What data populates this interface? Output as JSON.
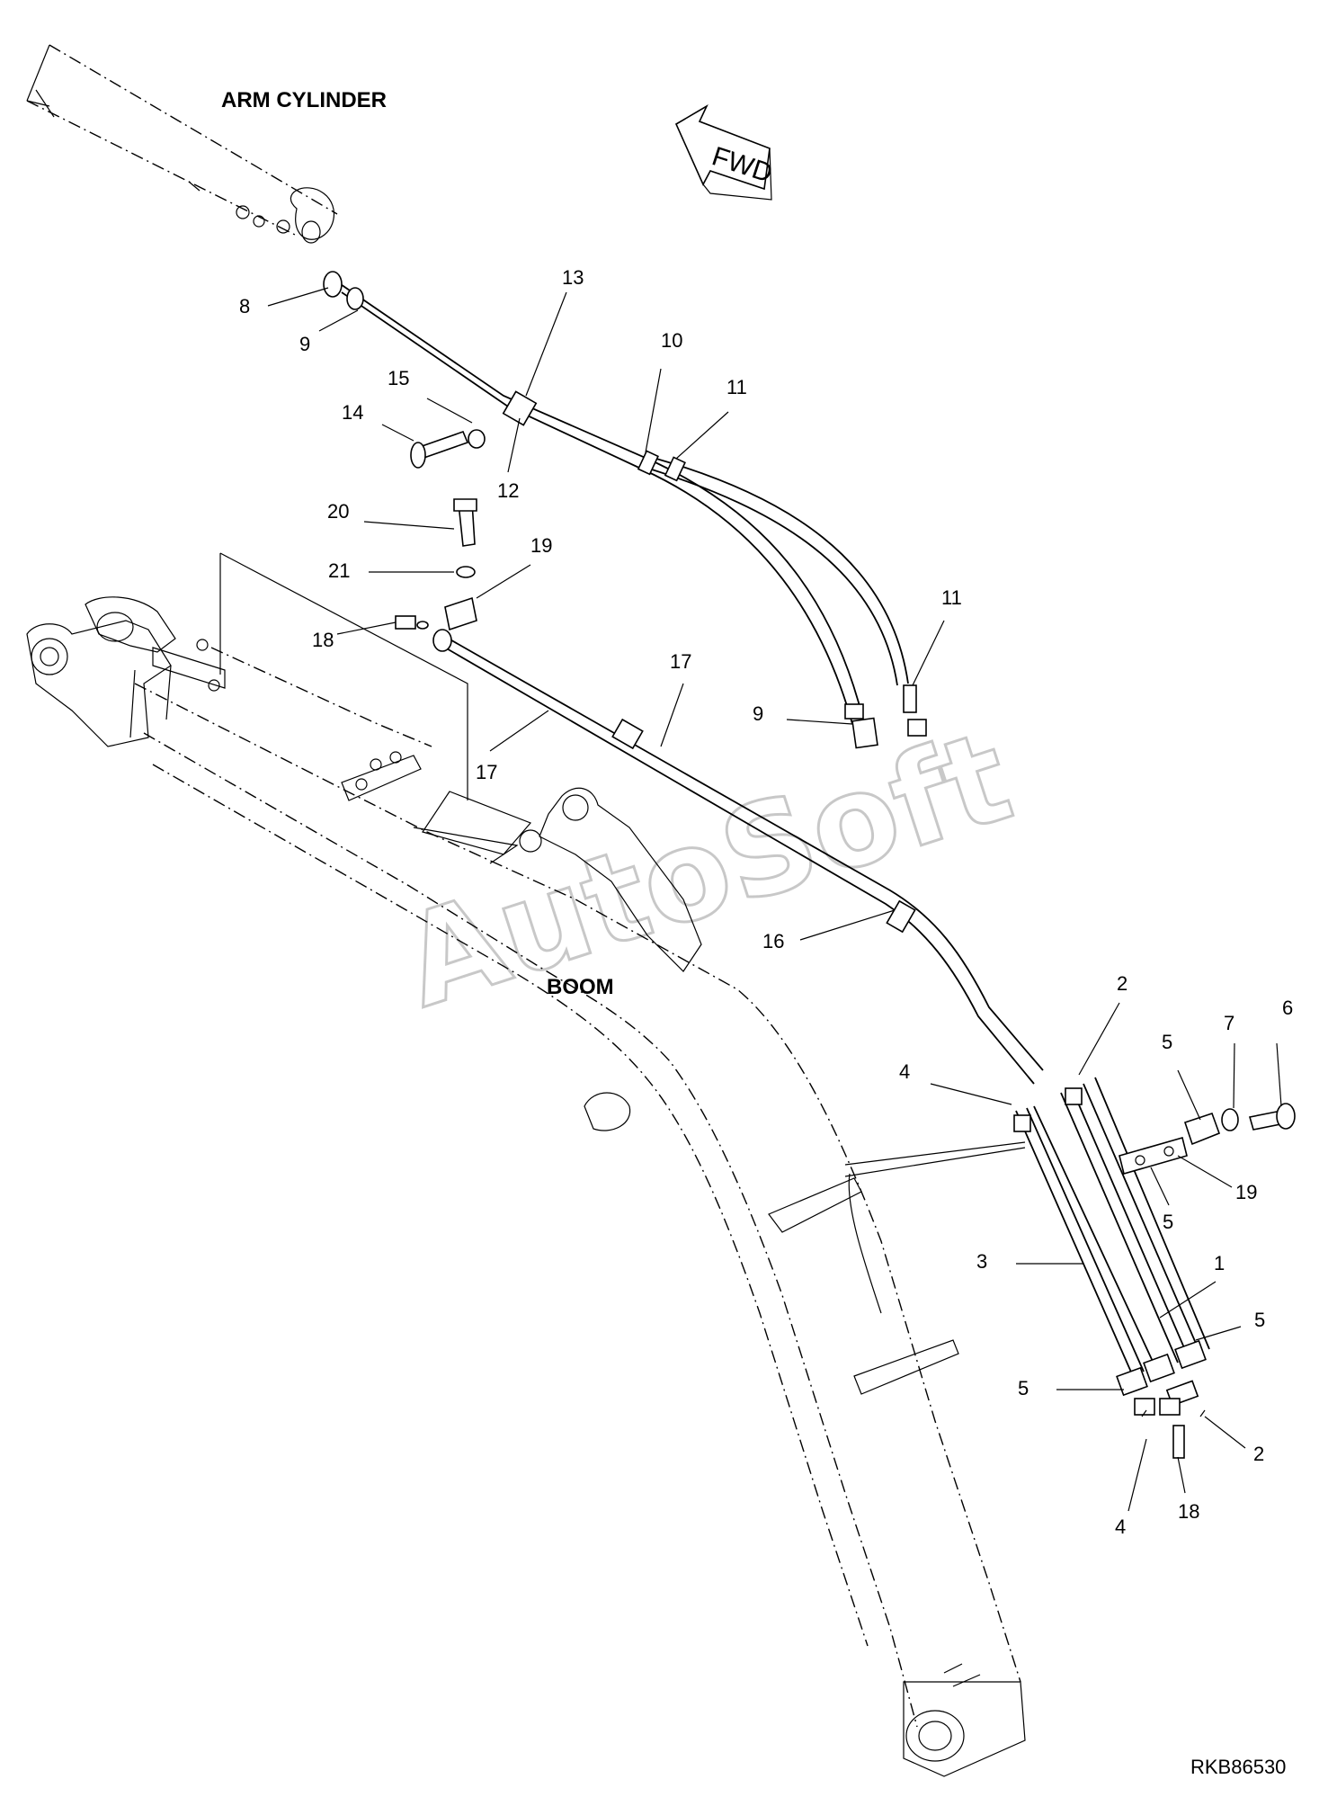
{
  "labels": {
    "arm_cylinder": "ARM CYLINDER",
    "boom": "BOOM",
    "fwd": "FWD",
    "watermark": "AutoSoft",
    "drawing_code": "RKB86530"
  },
  "callouts": [
    {
      "id": "c8",
      "text": "8"
    },
    {
      "id": "c9a",
      "text": "9"
    },
    {
      "id": "c13",
      "text": "13"
    },
    {
      "id": "c10",
      "text": "10"
    },
    {
      "id": "c11a",
      "text": "11"
    },
    {
      "id": "c15",
      "text": "15"
    },
    {
      "id": "c14",
      "text": "14"
    },
    {
      "id": "c12",
      "text": "12"
    },
    {
      "id": "c20",
      "text": "20"
    },
    {
      "id": "c21",
      "text": "21"
    },
    {
      "id": "c19a",
      "text": "19"
    },
    {
      "id": "c18a",
      "text": "18"
    },
    {
      "id": "c17a",
      "text": "17"
    },
    {
      "id": "c17b",
      "text": "17"
    },
    {
      "id": "c11b",
      "text": "11"
    },
    {
      "id": "c9b",
      "text": "9"
    },
    {
      "id": "c16",
      "text": "16"
    },
    {
      "id": "c2a",
      "text": "2"
    },
    {
      "id": "c4a",
      "text": "4"
    },
    {
      "id": "c5a",
      "text": "5"
    },
    {
      "id": "c7",
      "text": "7"
    },
    {
      "id": "c6",
      "text": "6"
    },
    {
      "id": "c19b",
      "text": "19"
    },
    {
      "id": "c5b",
      "text": "5"
    },
    {
      "id": "c3",
      "text": "3"
    },
    {
      "id": "c1",
      "text": "1"
    },
    {
      "id": "c5c",
      "text": "5"
    },
    {
      "id": "c5d",
      "text": "5"
    },
    {
      "id": "c2b",
      "text": "2"
    },
    {
      "id": "c4b",
      "text": "4"
    },
    {
      "id": "c18b",
      "text": "18"
    }
  ]
}
